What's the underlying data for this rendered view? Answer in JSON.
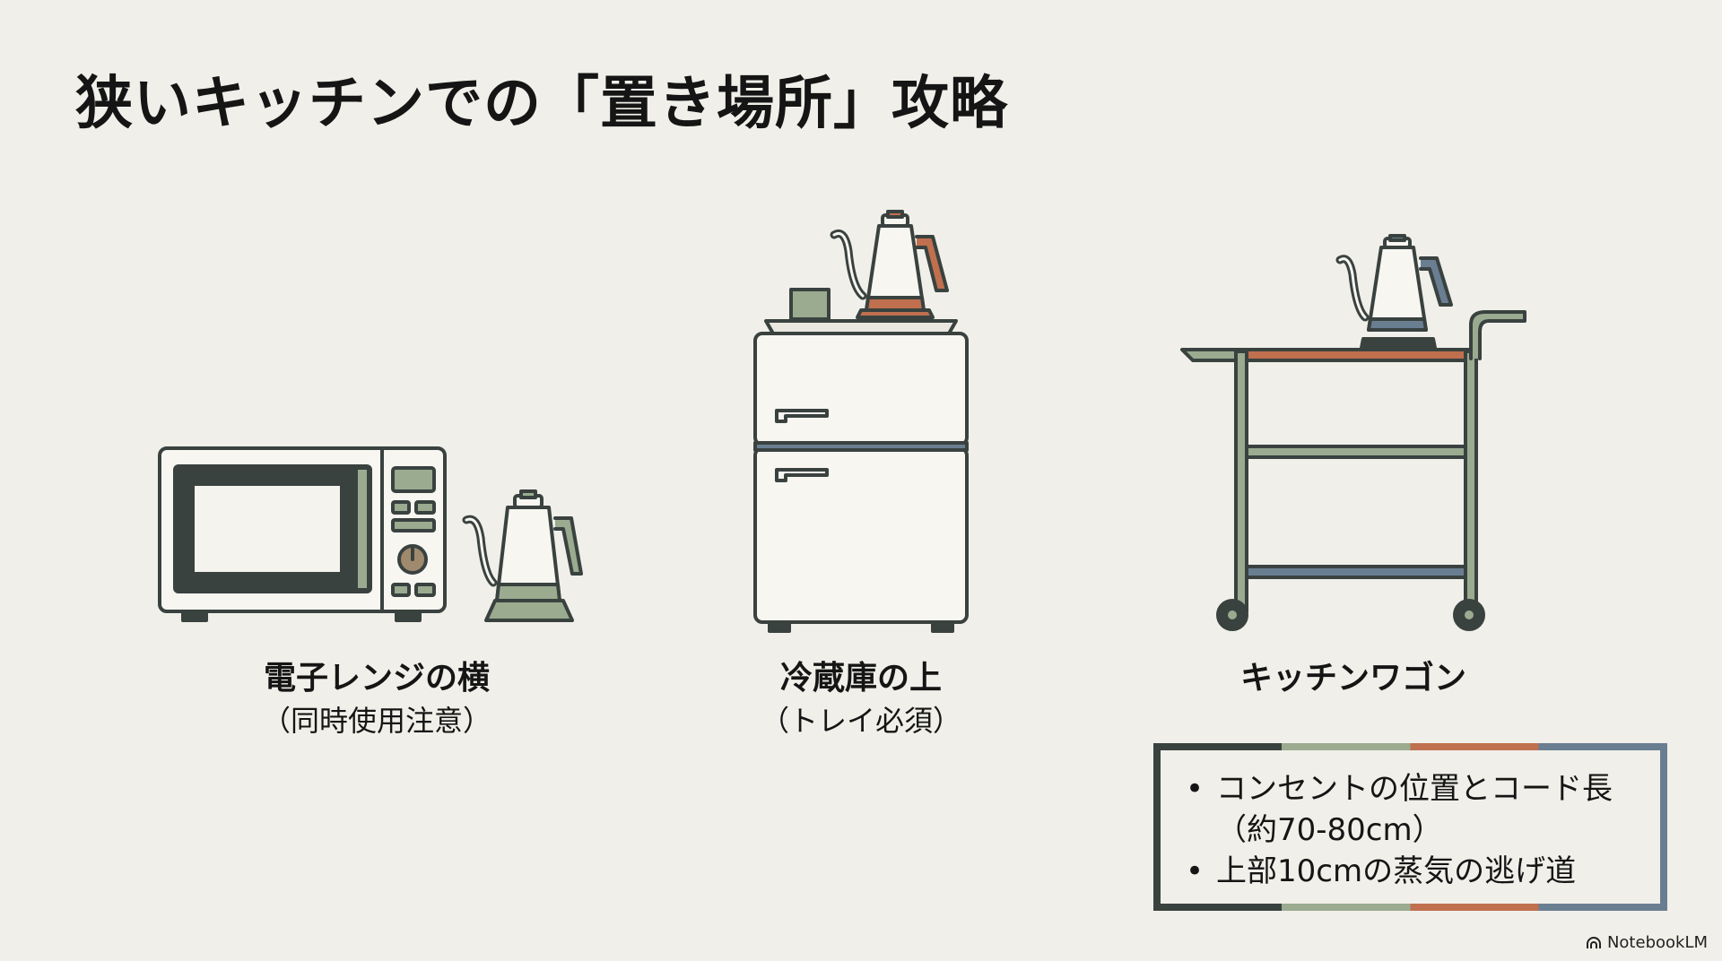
{
  "title": "狭いキッチンでの「置き場所」攻略",
  "places": [
    {
      "name": "電子レンジの横",
      "note": "（同時使用注意）"
    },
    {
      "name": "冷蔵庫の上",
      "note": "（トレイ必須）"
    },
    {
      "name": "キッチンワゴン"
    }
  ],
  "tips": [
    "コンセントの位置とコード長（約70-80cm）",
    "上部10cmの蒸気の逃げ道"
  ],
  "branding": "NotebookLM",
  "colors": {
    "background": "#f0efe9",
    "dark": "#3a4240",
    "green": "#9aab90",
    "orange": "#c0704e",
    "blue": "#6a7e92"
  }
}
